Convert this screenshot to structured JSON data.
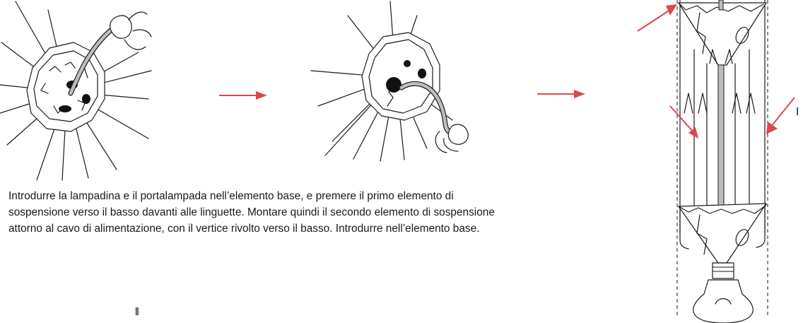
{
  "instruction_text": "Introdurre la lampadina e il portalampada nell’elemento base, e premere il primo elemento di sospensione verso il basso davanti alle linguette. Montare quindi il secondo elemento di sospensione attorno al cavo di alimentazione, con il vertice rivolto verso il basso. Introdurre nell’elemento base.",
  "page_mark": "ll",
  "side_mark": "I",
  "colors": {
    "arrow": "#d84a4a",
    "ink": "#1a1a1a",
    "wire_fill": "#bdbdbd"
  },
  "icons": [
    "step1-illustration",
    "step2-illustration",
    "step3-assembly-illustration",
    "arrow-right-icon",
    "pointer-arrow-icon"
  ]
}
